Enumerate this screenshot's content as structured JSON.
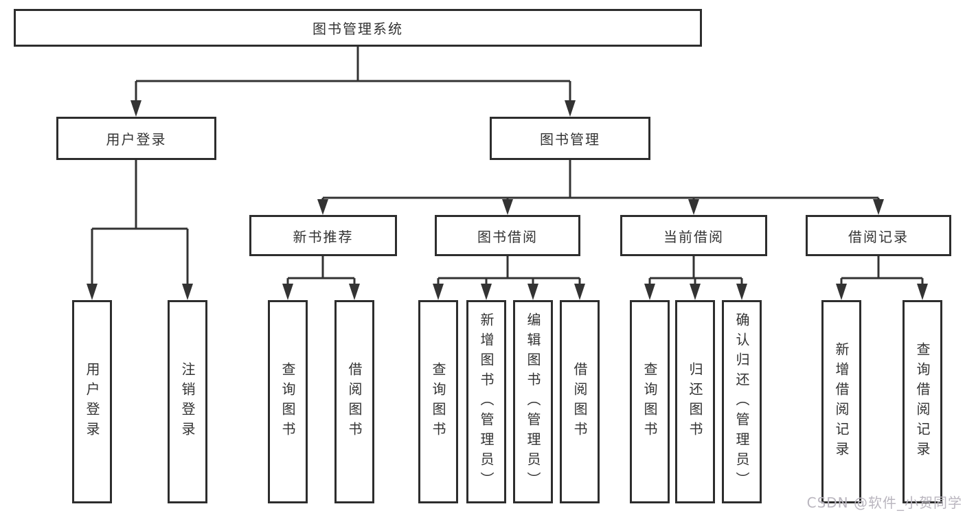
{
  "diagram_title": "图书管理系统",
  "nodes": {
    "root": {
      "label": "图书管理系统"
    },
    "user_login": {
      "label": "用户登录"
    },
    "book_mgmt": {
      "label": "图书管理"
    },
    "new_book_rec": {
      "label": "新书推荐"
    },
    "book_borrow": {
      "label": "图书借阅"
    },
    "current_borrow": {
      "label": "当前借阅"
    },
    "borrow_records": {
      "label": "借阅记录"
    },
    "leaf_user_login": {
      "label": "用户登录"
    },
    "leaf_logout": {
      "label": "注销登录"
    },
    "leaf_query_book_1": {
      "label": "查询图书"
    },
    "leaf_borrow_book_1": {
      "label": "借阅图书"
    },
    "leaf_query_book_2": {
      "label": "查询图书"
    },
    "leaf_add_book": {
      "label": "新增图书（管理员）"
    },
    "leaf_edit_book": {
      "label": "编辑图书（管理员）"
    },
    "leaf_borrow_book_2": {
      "label": "借阅图书"
    },
    "leaf_query_book_3": {
      "label": "查询图书"
    },
    "leaf_return_book": {
      "label": "归还图书"
    },
    "leaf_confirm_return": {
      "label": "确认归还（管理员）"
    },
    "leaf_add_record": {
      "label": "新增借阅记录"
    },
    "leaf_query_record": {
      "label": "查询借阅记录"
    }
  },
  "hierarchy": {
    "root": [
      "user_login",
      "book_mgmt"
    ],
    "user_login": [
      "leaf_user_login",
      "leaf_logout"
    ],
    "book_mgmt": [
      "new_book_rec",
      "book_borrow",
      "current_borrow",
      "borrow_records"
    ],
    "new_book_rec": [
      "leaf_query_book_1",
      "leaf_borrow_book_1"
    ],
    "book_borrow": [
      "leaf_query_book_2",
      "leaf_add_book",
      "leaf_edit_book",
      "leaf_borrow_book_2"
    ],
    "current_borrow": [
      "leaf_query_book_3",
      "leaf_return_book",
      "leaf_confirm_return"
    ],
    "borrow_records": [
      "leaf_add_record",
      "leaf_query_record"
    ]
  },
  "watermark": "CSDN @软件_小贺同学",
  "colors": {
    "line": "#333333",
    "box_border": "#2d2d2d",
    "text": "#333333",
    "watermark": "#bab6bf",
    "background": "#ffffff"
  }
}
